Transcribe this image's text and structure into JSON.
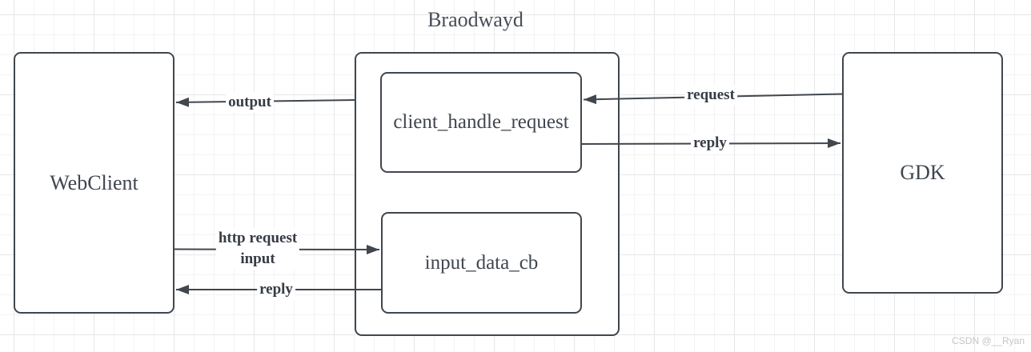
{
  "title": "Braodwayd",
  "watermark": "CSDN @__Ryan",
  "colors": {
    "stroke": "#40474e",
    "node_text": "#3f4650",
    "edge_label_text": "#363c45",
    "grid_minor": "#f3f3f3",
    "grid_major": "#e7e7e7",
    "watermark": "#c6c6c6",
    "background": "#ffffff"
  },
  "nodes": {
    "webclient": {
      "label": "WebClient"
    },
    "broadway_container": {
      "label": ""
    },
    "client_handle_request": {
      "label": "client_handle_request"
    },
    "input_data_cb": {
      "label": "input_data_cb"
    },
    "gdk": {
      "label": "GDK"
    }
  },
  "edges": {
    "output": {
      "label": "output",
      "from": "broadway_container",
      "to": "webclient"
    },
    "request": {
      "label": "request",
      "from": "gdk",
      "to": "client_handle_request"
    },
    "reply_top": {
      "label": "reply",
      "from": "client_handle_request",
      "to": "gdk"
    },
    "http_request_input": {
      "label_line1": "http request",
      "label_line2": "input",
      "from": "webclient",
      "to": "input_data_cb"
    },
    "reply_bottom": {
      "label": "reply",
      "from": "input_data_cb",
      "to": "webclient"
    }
  }
}
